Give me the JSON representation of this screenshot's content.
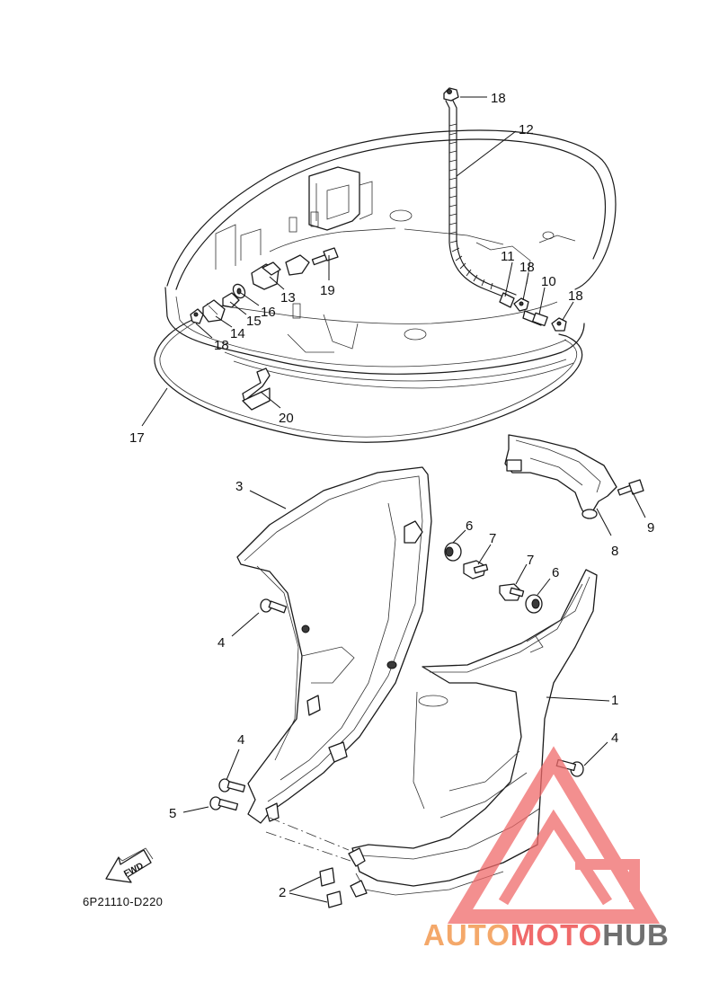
{
  "diagram_code": "6P21110-D220",
  "fwd_label": "FWD",
  "watermark": {
    "part1": "AUTO",
    "part2": "MOTO",
    "part3": "HUB",
    "colors": {
      "orange": "#f4a86a",
      "red": "#f06a6a",
      "gray": "#707070"
    }
  },
  "callouts": {
    "c1": "1",
    "c2": "2",
    "c3": "3",
    "c4a": "4",
    "c4b": "4",
    "c4c": "4",
    "c5": "5",
    "c6a": "6",
    "c6b": "6",
    "c7a": "7",
    "c7b": "7",
    "c8": "8",
    "c9": "9",
    "c10": "10",
    "c11": "11",
    "c12": "12",
    "c13": "13",
    "c14": "14",
    "c15": "15",
    "c16": "16",
    "c17": "17",
    "c18a": "18",
    "c18b": "18",
    "c18c": "18",
    "c18d": "18",
    "c19": "19",
    "c20": "20"
  }
}
